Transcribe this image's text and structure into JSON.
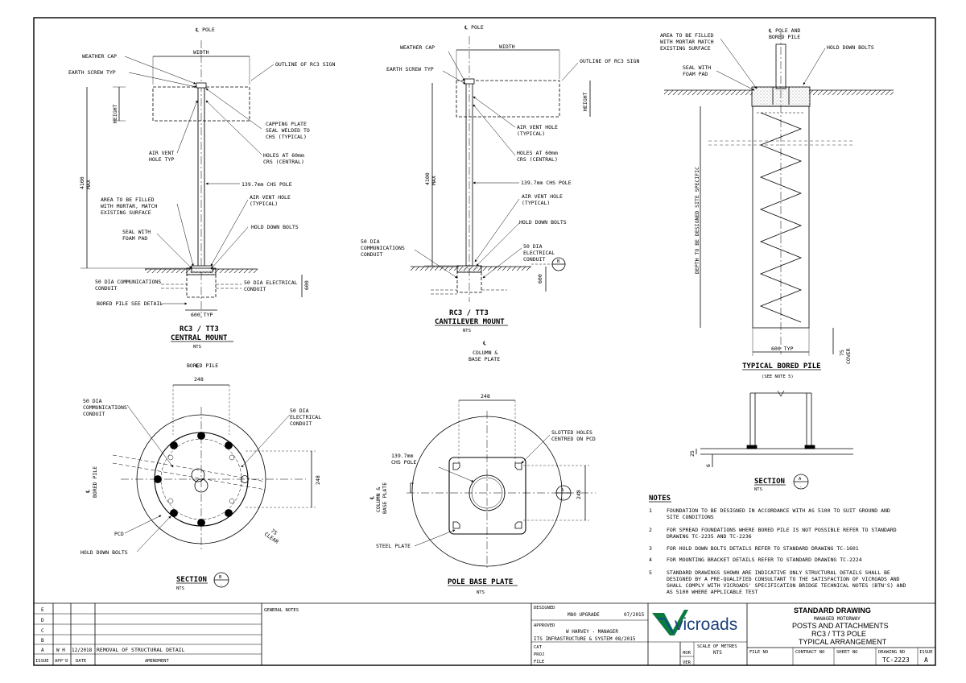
{
  "central": {
    "cl_pole": "℄ POLE",
    "width": "WIDTH",
    "weather_cap": "WEATHER CAP",
    "earth_screw": "EARTH SCREW TYP",
    "outline": "OUTLINE OF RC3 SIGN",
    "height": "HEIGHT",
    "capping1": "CAPPING PLATE",
    "capping2": "SEAL WELDED TO",
    "capping3": "CHS (TYPICAL)",
    "air_vent1": "AIR VENT",
    "air_vent2": "HOLE TYP",
    "holes1": "HOLES AT 60mm",
    "holes2": "CRS (CENTRAL)",
    "max1": "4100",
    "max2": "MAX",
    "chs": "139.7mm CHS POLE",
    "area1": "AREA TO BE FILLED",
    "area2": "WITH MORTAR, MATCH",
    "area3": "EXISTING SURFACE",
    "airvent_typ1": "AIR VENT HOLE",
    "airvent_typ2": "(TYPICAL)",
    "seal1": "SEAL WITH",
    "seal2": "FOAM PAD",
    "hdb": "HOLD DOWN BOLTS",
    "comm1": "50 DIA COMMUNICATIONS",
    "comm2": "CONDUIT",
    "elec1": "50 DIA ELECTRICAL",
    "elec2": "CONDUIT",
    "d600": "600",
    "bored": "BORED PILE SEE DETAIL",
    "typ600": "600 TYP",
    "title1": "RC3 / TT3",
    "title2": "CENTRAL MOUNT",
    "nts": "NTS"
  },
  "cantilever": {
    "cl_pole": "℄ POLE",
    "width": "WIDTH",
    "weather_cap": "WEATHER CAP",
    "earth_screw": "EARTH SCREW TYP",
    "outline": "OUTLINE OF RC3 SIGN",
    "height": "HEIGHT",
    "airvent1": "AIR VENT HOLE",
    "airvent2": "(TYPICAL)",
    "holes1": "HOLES AT 60mm",
    "holes2": "CRS (CENTRAL)",
    "max1": "4100",
    "max2": "MAX",
    "chs": "139.7mm CHS POLE",
    "airvent_b1": "AIR VENT HOLE",
    "airvent_b2": "(TYPICAL)",
    "hdb": "HOLD DOWN BOLTS",
    "comm1": "50 DIA",
    "comm2": "COMMUNICATIONS",
    "comm3": "CONDUIT",
    "elec1": "50 DIA",
    "elec2": "ELECTRICAL",
    "elec3": "CONDUIT",
    "d600": "600",
    "sec_b": "B",
    "title1": "RC3 / TT3",
    "title2": "CANTILEVER MOUNT",
    "nts": "NTS"
  },
  "bored_pile": {
    "area1": "AREA TO BE FILLED",
    "area2": "WITH MORTAR MATCH",
    "area3": "EXISTING SURFACE",
    "pole1": "℄ POLE AND",
    "pole2": "BORED PILE",
    "hdb": "HOLD DOWN BOLTS",
    "seal1": "SEAL WITH",
    "seal2": "FOAM PAD",
    "depth": "DEPTH TO BE DESIGNED SITE SPECIFIC",
    "typ600": "600 TYP",
    "cover1": "75",
    "cover2": "COVER",
    "title": "TYPICAL BORED PILE",
    "note": "(SEE NOTE 5)"
  },
  "section_b": {
    "cl": "℄",
    "bored": "BORED PILE",
    "d248": "248",
    "comm1": "50 DIA",
    "comm2": "COMMUNICATIONS",
    "comm3": "CONDUIT",
    "elec1": "50 DIA",
    "elec2": "ELECTRICAL",
    "elec3": "CONDUIT",
    "d248v": "248",
    "pcd": "PCD",
    "clear1": "75",
    "clear2": "CLEAR",
    "hdb": "HOLD DOWN BOLTS",
    "title": "SECTION",
    "mark": "B",
    "dash": "-",
    "nts": "NTS"
  },
  "base_plate": {
    "cl1": "℄",
    "cl2": "COLUMN &",
    "cl3": "BASE PLATE",
    "d248": "248",
    "slot1": "SLOTTED HOLES",
    "slot2": "CENTRED ON PCD",
    "chs1": "139.7mm",
    "chs2": "CHS POLE",
    "side1": "℄",
    "side2": "COLUMN &",
    "side3": "BASE PLATE",
    "mark": "A",
    "dash": "-",
    "d248v": "248",
    "steel": "STEEL PLATE",
    "title": "POLE BASE PLATE",
    "nts": "NTS"
  },
  "section_a": {
    "d25": "25",
    "d6": "6",
    "title": "SECTION",
    "mark": "A",
    "dash": "-",
    "nts": "NTS"
  },
  "notes": {
    "heading": "NOTES",
    "items": [
      {
        "n": "1",
        "l1": "FOUNDATION TO BE DESIGNED IN ACCORDANCE WITH AS 5100 TO SUIT GROUND AND",
        "l2": "SITE CONDITIONS",
        "l3": ""
      },
      {
        "n": "2",
        "l1": "FOR SPREAD FOUNDATIONS WHERE BORED PILE IS NOT POSSIBLE REFER TO STANDARD",
        "l2": "DRAWING TC-2235 AND TC-2236",
        "l3": ""
      },
      {
        "n": "3",
        "l1": "FOR HOLD DOWN BOLTS DETAILS REFER TO STANDARD DRAWING TC-1601",
        "l2": "",
        "l3": ""
      },
      {
        "n": "4",
        "l1": "FOR MOUNTING BRACKET DETAILS REFER TO STANDARD DRAWING TC-2224",
        "l2": "",
        "l3": ""
      },
      {
        "n": "5",
        "l1": "STANDARD DRAWINGS SHOWN ARE INDICATIVE ONLY STRUCTURAL DETAILS SHALL BE",
        "l2": "DESIGNED BY A PRE-QUALIFIED CONSULTANT TO THE SATISFACTION OF VICROADS AND",
        "l3": "SHALL COMPLY WITH VICROADS' SPECIFICATION BRIDGE TECHNICAL NOTES (BTN'S) AND",
        "l4": "AS 5100 WHERE APPLICABLE TEST"
      }
    ]
  },
  "title_block": {
    "rev_letters": [
      "E",
      "D",
      "C",
      "B",
      "A"
    ],
    "rev_a": {
      "appd": "W H",
      "date": "12/2018",
      "amend": "REMOVAL OF STRUCTURAL DETAIL"
    },
    "hdr_issue": "ISSUE",
    "hdr_appd": "APP'D",
    "hdr_date": "DATE",
    "hdr_amend": "AMENDMENT",
    "general_notes": "GENERAL NOTES",
    "designed": "DESIGNED",
    "designed_val": "M80 UPGRADE",
    "designed_date": "07/2015",
    "approved": "APPROVED",
    "approved_val": "W HARVEY - MANAGER",
    "approved_val2": "ITS INFRASTRUCTURE & SYSTEM 08/2015",
    "cat": "CAT",
    "proj": "PROJ",
    "file": "FILE",
    "logo": "vicroads",
    "hor": "HOR",
    "ver": "VER",
    "scale": "SCALE OF METRES",
    "scale_val": "NTS",
    "std": "STANDARD DRAWING",
    "managed": "MANAGED MOTORWAY",
    "posts": "POSTS AND ATTACHMENTS",
    "rc3": "RC3  /  TT3 POLE",
    "typical": "TYPICAL ARRANGEMENT",
    "file_no": "FILE NO",
    "contract_no": "CONTRACT NO",
    "sheet_no": "SHEET NO",
    "drawing_no": "DRAWING NO",
    "drawing_val": "TC-2223",
    "issue": "ISSUE",
    "issue_val": "A"
  }
}
